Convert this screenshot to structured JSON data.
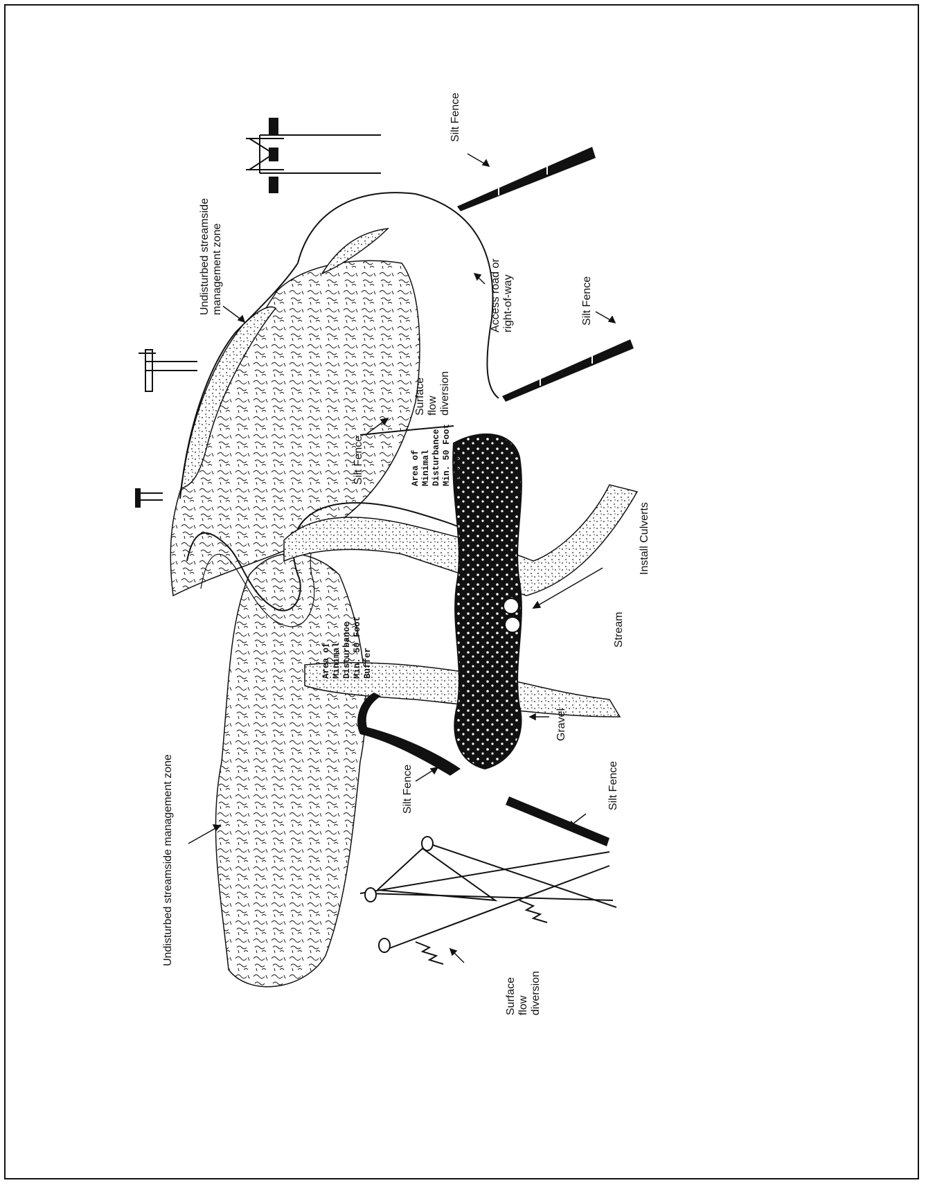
{
  "labels": {
    "undisturbed_zone_left": "Undisturbed streamside management zone",
    "undisturbed_zone_top_line1": "Undisturbed streamside",
    "undisturbed_zone_top_line2": "management zone",
    "silt_fence_1": "Silt Fence",
    "silt_fence_2": "Silt Fence",
    "silt_fence_3": "Silt Fence",
    "silt_fence_4": "Silt Fence",
    "silt_fence_5": "Silt Fence",
    "access_road_line1": "Access road or",
    "access_road_line2": "right-of-way",
    "surface_flow_top_line1": "Surface",
    "surface_flow_top_line2": "flow",
    "surface_flow_top_line3": "diversion",
    "surface_flow_bottom_line1": "Surface",
    "surface_flow_bottom_line2": "flow",
    "surface_flow_bottom_line3": "diversion",
    "buffer_top_line1": "Area of",
    "buffer_top_line2": "Minimal",
    "buffer_top_line3": "Disturbance",
    "buffer_top_line4": "Min. 50 Foot",
    "buffer_top_line5": "Buffer",
    "buffer_bottom_line1": "Area of",
    "buffer_bottom_line2": "Minimal",
    "buffer_bottom_line3": "Disturbance",
    "buffer_bottom_line4": "Min. 50 Foot",
    "buffer_bottom_line5": "Buffer",
    "install_culverts": "Install Culverts",
    "stream": "Stream",
    "gravel": "Gravel"
  },
  "icons": {
    "transmission_tower": "transmission-tower-icon",
    "tree_canopy": "tree-canopy-icon",
    "culvert": "culvert-pipe-icon"
  },
  "colors": {
    "ink": "#111111",
    "paper": "#ffffff"
  }
}
